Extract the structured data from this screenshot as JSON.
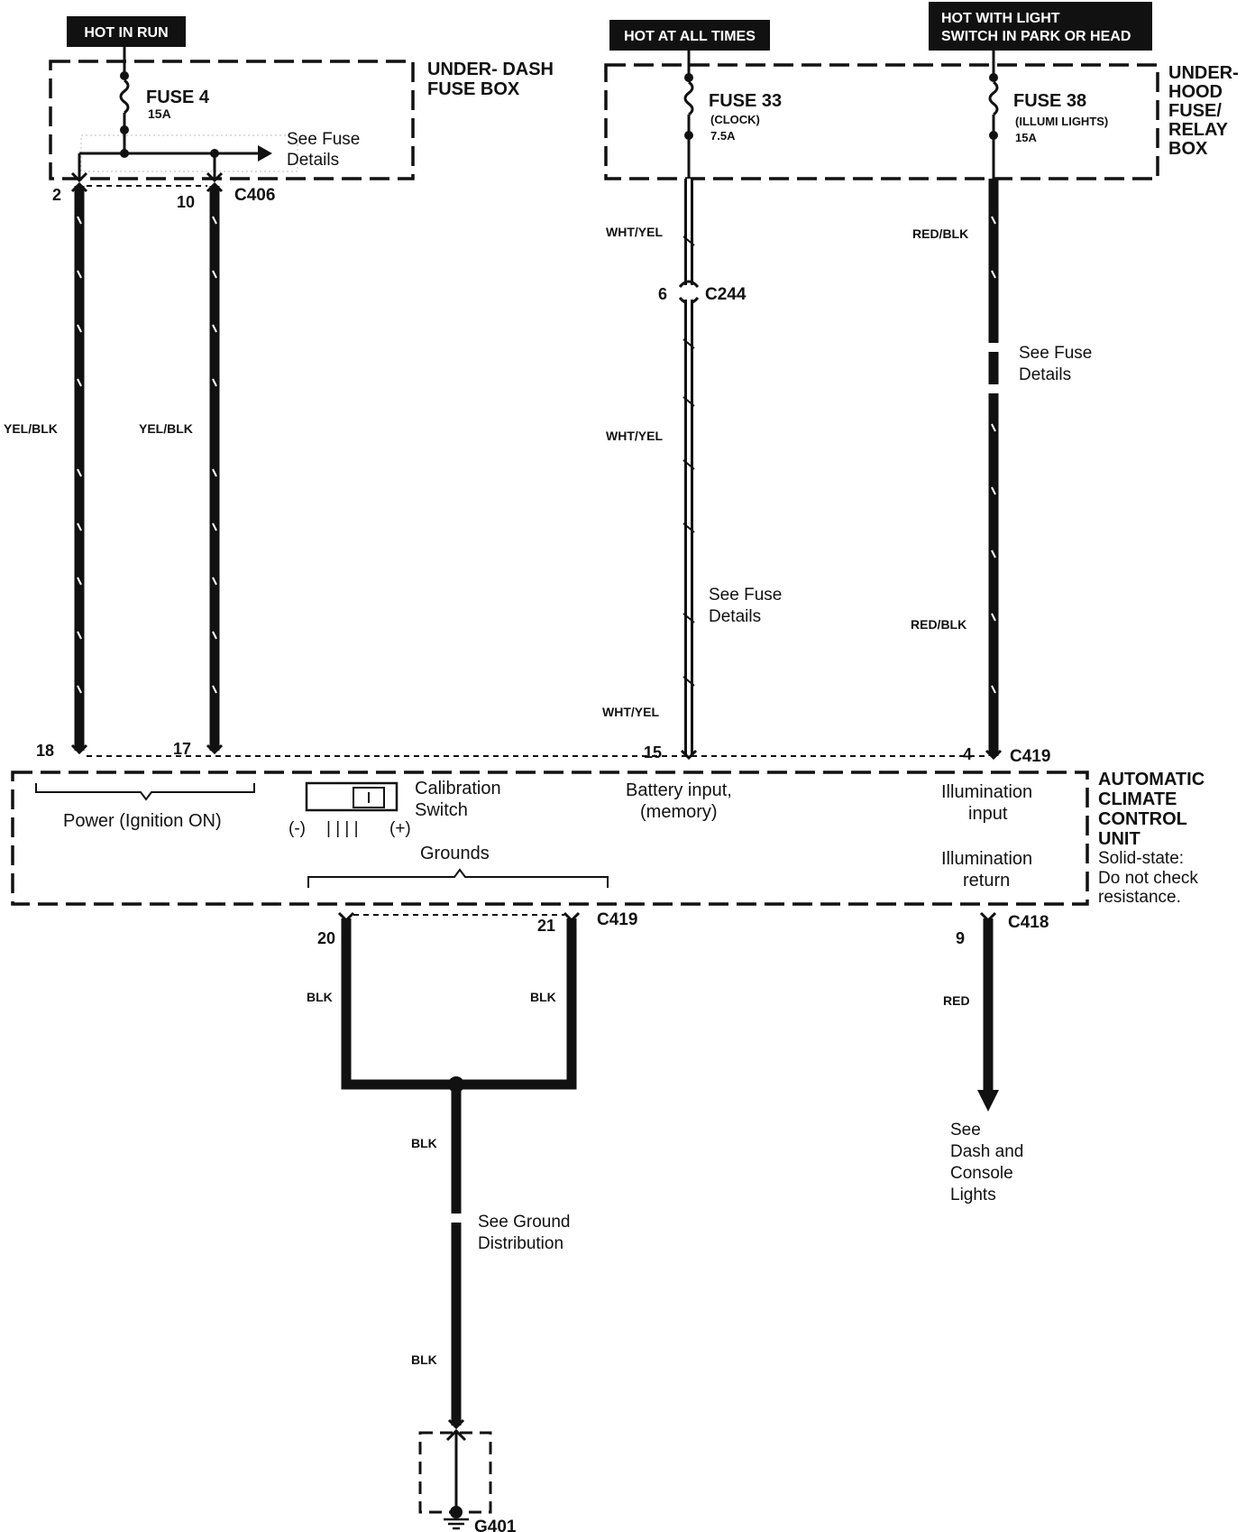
{
  "power_bars": {
    "hot_in_run": "HOT IN RUN",
    "hot_at_all_times": "HOT AT ALL TIMES",
    "hot_with_light_line1": "HOT WITH LIGHT",
    "hot_with_light_line2": "SWITCH IN PARK OR HEAD"
  },
  "underdash_box": {
    "title_line1": "UNDER- DASH",
    "title_line2": "FUSE BOX",
    "fuse_name": "FUSE 4",
    "fuse_rating": "15A",
    "see_fuse_line1": "See Fuse",
    "see_fuse_line2": "Details"
  },
  "underhood_box": {
    "title_line1": "UNDER-",
    "title_line2": "HOOD",
    "title_line3": "FUSE/",
    "title_line4": "RELAY",
    "title_line5": "BOX",
    "fuse33_name": "FUSE 33",
    "fuse33_desc": "(CLOCK)",
    "fuse33_rating": "7.5A",
    "fuse38_name": "FUSE 38",
    "fuse38_desc": "(ILLUMI LIGHTS)",
    "fuse38_rating": "15A"
  },
  "connectors": {
    "c406": "C406",
    "c244": "C244",
    "c419_top": "C419",
    "c419_bottom": "C419",
    "c418": "C418",
    "g401": "G401"
  },
  "pins": {
    "p2": "2",
    "p10": "10",
    "p6": "6",
    "p18": "18",
    "p17": "17",
    "p15": "15",
    "p4": "4",
    "p20": "20",
    "p21": "21",
    "p9": "9"
  },
  "wire_colors": {
    "yel_blk_1": "YEL/BLK",
    "yel_blk_2": "YEL/BLK",
    "wht_yel_1": "WHT/YEL",
    "wht_yel_2": "WHT/YEL",
    "wht_yel_3": "WHT/YEL",
    "red_blk_1": "RED/BLK",
    "red_blk_2": "RED/BLK",
    "blk_1": "BLK",
    "blk_2": "BLK",
    "blk_3": "BLK",
    "blk_4": "BLK",
    "red": "RED"
  },
  "notes": {
    "see_fuse_mid_line1": "See Fuse",
    "see_fuse_mid_line2": "Details",
    "see_fuse_right_line1": "See Fuse",
    "see_fuse_right_line2": "Details",
    "see_ground_line1": "See Ground",
    "see_ground_line2": "Distribution",
    "see_dash_line1": "See",
    "see_dash_line2": "Dash and",
    "see_dash_line3": "Console",
    "see_dash_line4": "Lights"
  },
  "control_unit": {
    "title_line1": "AUTOMATIC",
    "title_line2": "CLIMATE",
    "title_line3": "CONTROL",
    "title_line4": "UNIT",
    "note_line1": "Solid-state:",
    "note_line2": "Do not check",
    "note_line3": "resistance.",
    "power_label": "Power (Ignition ON)",
    "calib_line1": "Calibration",
    "calib_line2": "Switch",
    "calib_minus": "(-)",
    "calib_plus": "(+)",
    "calib_marks": "|   |   |   |",
    "grounds_label": "Grounds",
    "battery_line1": "Battery input,",
    "battery_line2": "(memory)",
    "illum_in_line1": "Illumination",
    "illum_in_line2": "input",
    "illum_ret_line1": "Illumination",
    "illum_ret_line2": "return"
  }
}
